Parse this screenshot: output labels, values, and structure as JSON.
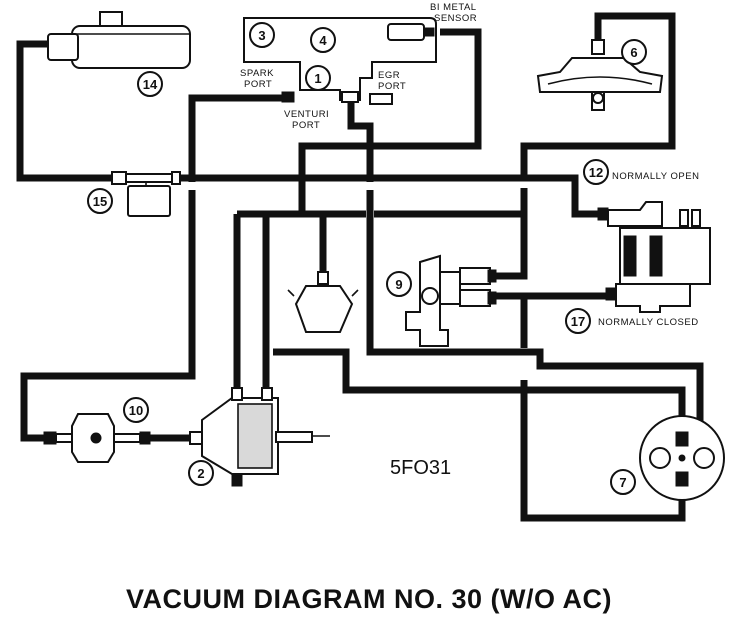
{
  "diagram": {
    "title": "VACUUM DIAGRAM NO. 30 (W/O AC)",
    "code": "5FO31",
    "labels": {
      "bimetal_sensor_line1": "BI METAL",
      "bimetal_sensor_line2": "SENSOR",
      "spark_port_line1": "SPARK",
      "spark_port_line2": "PORT",
      "egr_port_line1": "EGR",
      "egr_port_line2": "PORT",
      "venturi_port_line1": "VENTURI",
      "venturi_port_line2": "PORT",
      "normally_open": "NORMALLY OPEN",
      "normally_closed": "NORMALLY CLOSED"
    },
    "callouts": {
      "c1": "1",
      "c2": "2",
      "c3": "3",
      "c4": "4",
      "c6": "6",
      "c7": "7",
      "c9": "9",
      "c10": "10",
      "c12": "12",
      "c14": "14",
      "c15": "15",
      "c17": "17"
    }
  }
}
